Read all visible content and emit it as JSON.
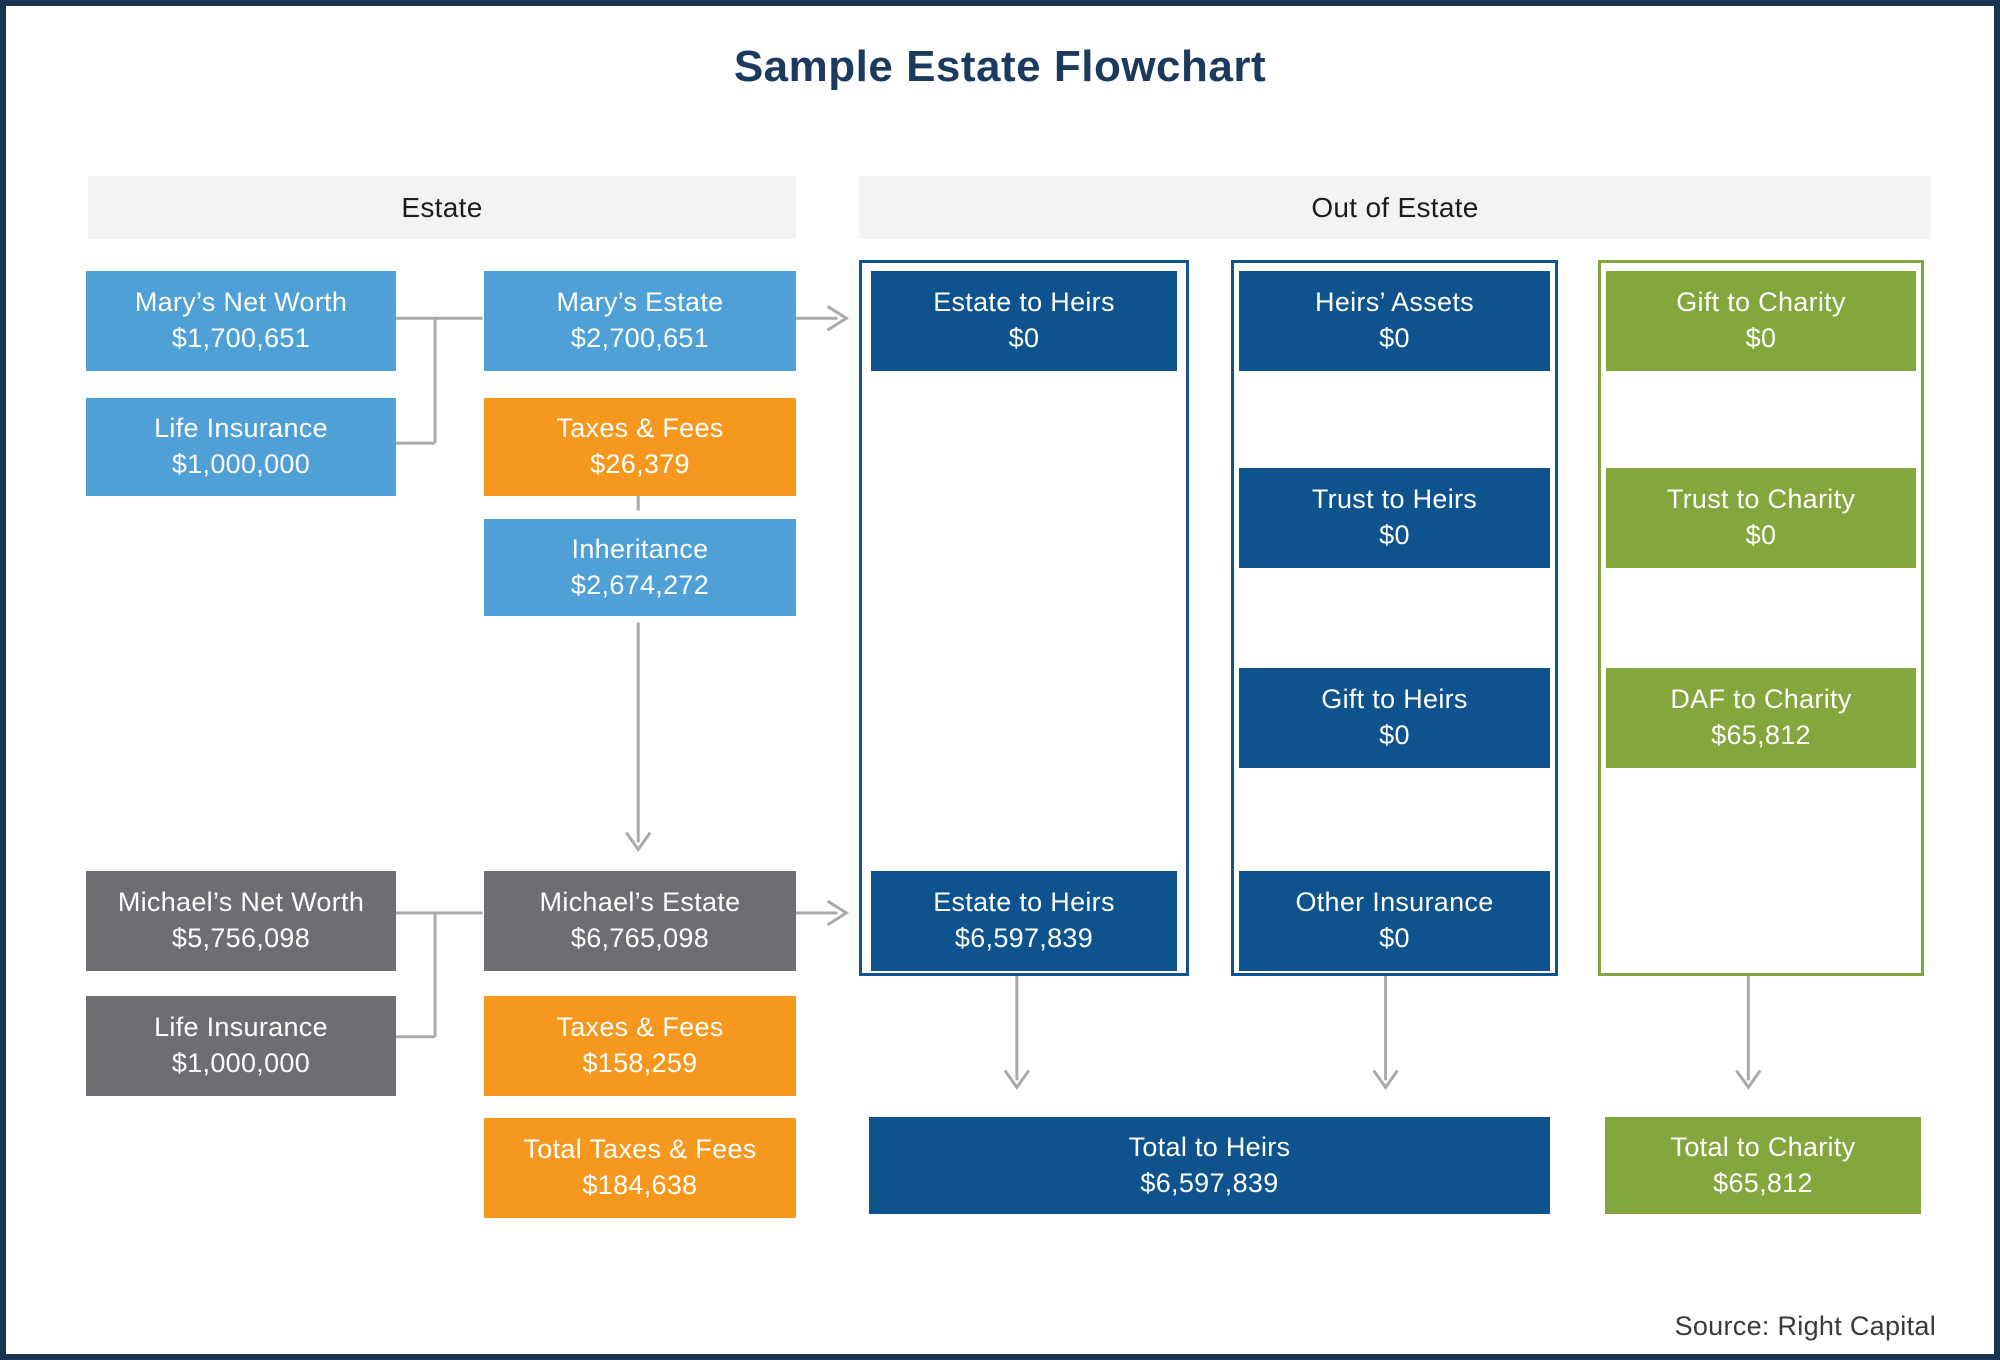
{
  "title": "Sample Estate Flowchart",
  "source": "Source: Right Capital",
  "sections": {
    "estate": "Estate",
    "out_of_estate": "Out of Estate"
  },
  "colors": {
    "light_blue": "#4EA0D6",
    "dark_blue": "#0E538E",
    "orange": "#F6981E",
    "green": "#83A63D",
    "gray": "#6C6E71",
    "connector_gray": "#A9A9A9",
    "header_bg": "#F3F3F3",
    "navy_border": "#1B3452",
    "title_navy": "#1B3A5E"
  },
  "boxes": {
    "marys_net_worth": {
      "label": "Mary’s Net Worth",
      "value": "$1,700,651"
    },
    "mary_life_insurance": {
      "label": "Life Insurance",
      "value": "$1,000,000"
    },
    "marys_estate": {
      "label": "Mary’s Estate",
      "value": "$2,700,651"
    },
    "mary_taxes_fees": {
      "label": "Taxes & Fees",
      "value": "$26,379"
    },
    "inheritance": {
      "label": "Inheritance",
      "value": "$2,674,272"
    },
    "michaels_net_worth": {
      "label": "Michael’s Net Worth",
      "value": "$5,756,098"
    },
    "michael_life_insurance": {
      "label": "Life Insurance",
      "value": "$1,000,000"
    },
    "michaels_estate": {
      "label": "Michael’s Estate",
      "value": "$6,765,098"
    },
    "michael_taxes_fees": {
      "label": "Taxes & Fees",
      "value": "$158,259"
    },
    "total_taxes_fees": {
      "label": "Total Taxes & Fees",
      "value": "$184,638"
    },
    "estate_to_heirs_top": {
      "label": "Estate to Heirs",
      "value": "$0"
    },
    "estate_to_heirs_bottom": {
      "label": "Estate to Heirs",
      "value": "$6,597,839"
    },
    "heirs_assets": {
      "label": "Heirs’ Assets",
      "value": "$0"
    },
    "trust_to_heirs": {
      "label": "Trust to Heirs",
      "value": "$0"
    },
    "gift_to_heirs": {
      "label": "Gift to Heirs",
      "value": "$0"
    },
    "other_insurance": {
      "label": "Other Insurance",
      "value": "$0"
    },
    "gift_to_charity": {
      "label": "Gift to Charity",
      "value": "$0"
    },
    "trust_to_charity": {
      "label": "Trust to Charity",
      "value": "$0"
    },
    "daf_to_charity": {
      "label": "DAF to Charity",
      "value": "$65,812"
    },
    "total_to_heirs": {
      "label": "Total to Heirs",
      "value": "$6,597,839"
    },
    "total_to_charity": {
      "label": "Total to Charity",
      "value": "$65,812"
    }
  }
}
